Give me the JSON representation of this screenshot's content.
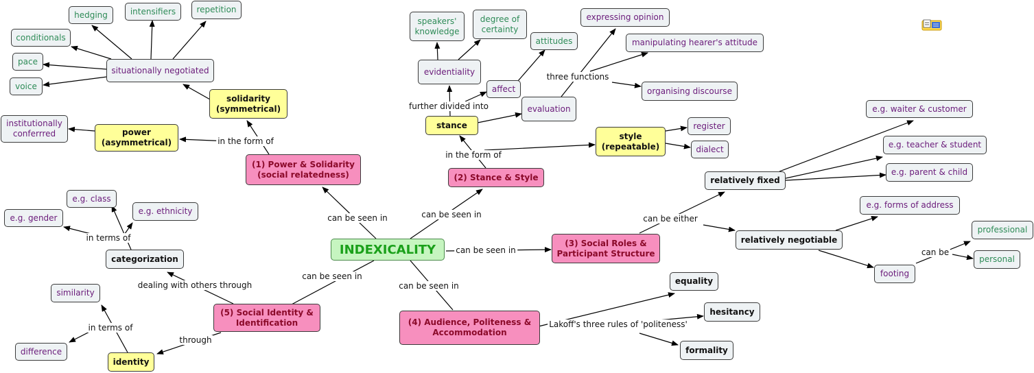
{
  "root": "INDEXICALITY",
  "main": {
    "m1": "(1) Power & Solidarity\n(social relatedness)",
    "m2": "(2) Stance & Style",
    "m3": "(3) Social Roles &\nParticipant Structure",
    "m4": "(4) Audience, Politeness &\nAccommodation",
    "m5": "(5) Social Identity &\nIdentification"
  },
  "yellow": {
    "solidarity": "solidarity\n(symmetrical)",
    "power": "power\n(asymmetrical)",
    "stance": "stance",
    "style": "style\n(repeatable)",
    "identity": "identity"
  },
  "grey": {
    "fixed": "relatively fixed",
    "negotiable": "relatively negotiable",
    "categorization": "categorization",
    "equality": "equality",
    "hesitancy": "hesitancy",
    "formality": "formality"
  },
  "leaves": {
    "hedging": "hedging",
    "intensifiers": "intensifiers",
    "repetition": "repetition",
    "conditionals": "conditionals",
    "pace": "pace",
    "voice": "voice",
    "situational": "situationally negotiated",
    "institutional": "institutionally\nconferrred",
    "speakers": "speakers'\nknowledge",
    "certainty": "degree of\ncertainty",
    "evidentiality": "evidentiality",
    "attitudes": "attitudes",
    "affect": "affect",
    "evaluation": "evaluation",
    "opinion": "expressing opinion",
    "manipulating": "manipulating hearer's attitude",
    "organising": "organising discourse",
    "register": "register",
    "dialect": "dialect",
    "waiter": "e.g. waiter & customer",
    "teacher": "e.g. teacher & student",
    "parent": "e.g. parent & child",
    "address": "e.g. forms of address",
    "footing": "footing",
    "professional": "professional",
    "personal": "personal",
    "class": "e.g. class",
    "gender": "e.g. gender",
    "ethnicity": "e.g. ethnicity",
    "similarity": "similarity",
    "difference": "difference"
  },
  "links": {
    "seen1": "can be seen in",
    "seen2": "can be seen in",
    "seen3": "can be seen in",
    "seen4": "can be seen in",
    "seen5": "can be seen in",
    "form1": "in the form of",
    "form2": "in the form of",
    "divided": "further divided into",
    "three": "three functions",
    "either": "can be either",
    "canbe": "can be",
    "terms1": "in terms of",
    "terms2": "in terms of",
    "dealing": "dealing with others through",
    "through": "through",
    "lakoff": "Lakoff's three rules of 'politeness'"
  },
  "colors": {
    "root_fill": "#c6f5c0",
    "main_fill": "#f78fbe",
    "yellow_fill": "#ffff99",
    "leaf_fill": "#eef2f4",
    "green_text": "#2e8b57",
    "purple_text": "#6a1b7a"
  },
  "icons": {
    "note": "note-attachment-icon"
  }
}
